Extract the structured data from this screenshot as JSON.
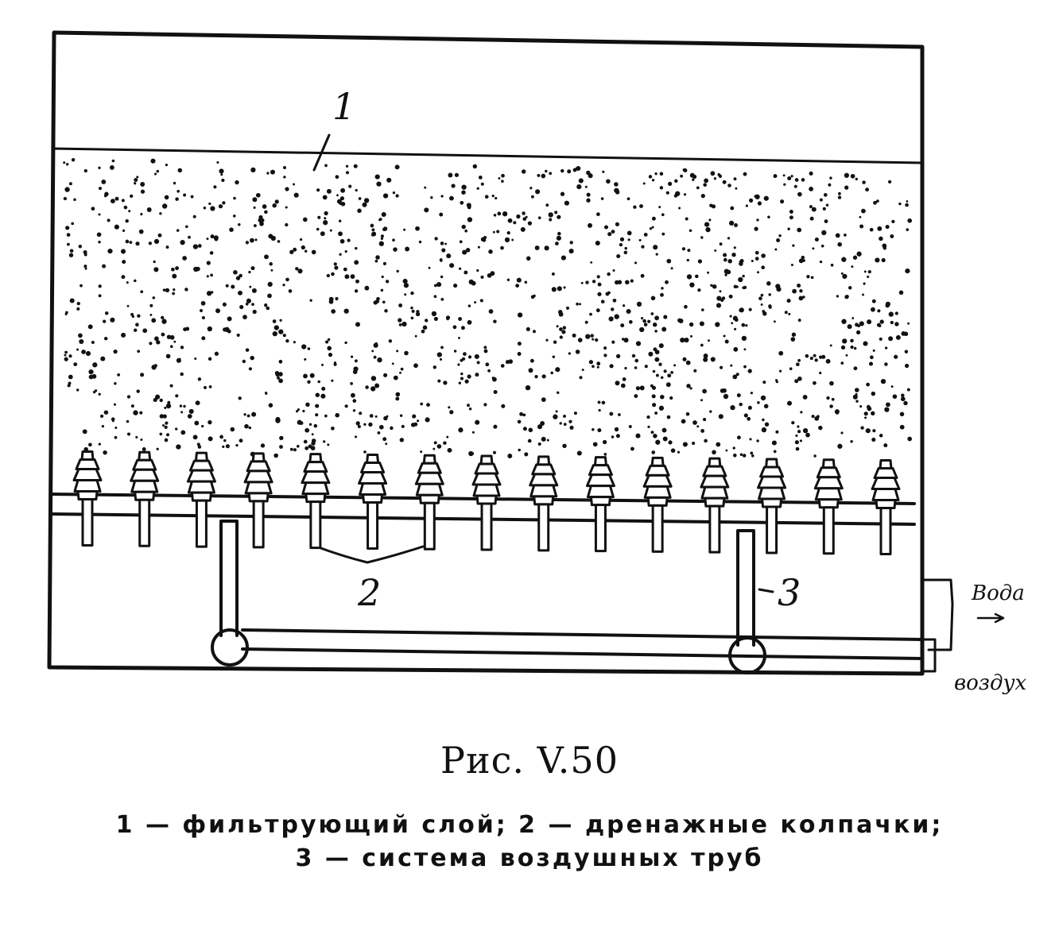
{
  "figure": {
    "callouts": {
      "layer": "1",
      "caps": "2",
      "pipes": "3"
    },
    "flows": {
      "water": "Вода",
      "air": "воздух"
    },
    "cap_count": 15
  },
  "caption": {
    "title": "Рис. V.50",
    "legend_line1": "1 — фильтрующий слой; 2 — дренажные колпачки;",
    "legend_line2": "3 — система воздушных труб"
  },
  "colors": {
    "ink": "#111111",
    "background": "#ffffff"
  }
}
